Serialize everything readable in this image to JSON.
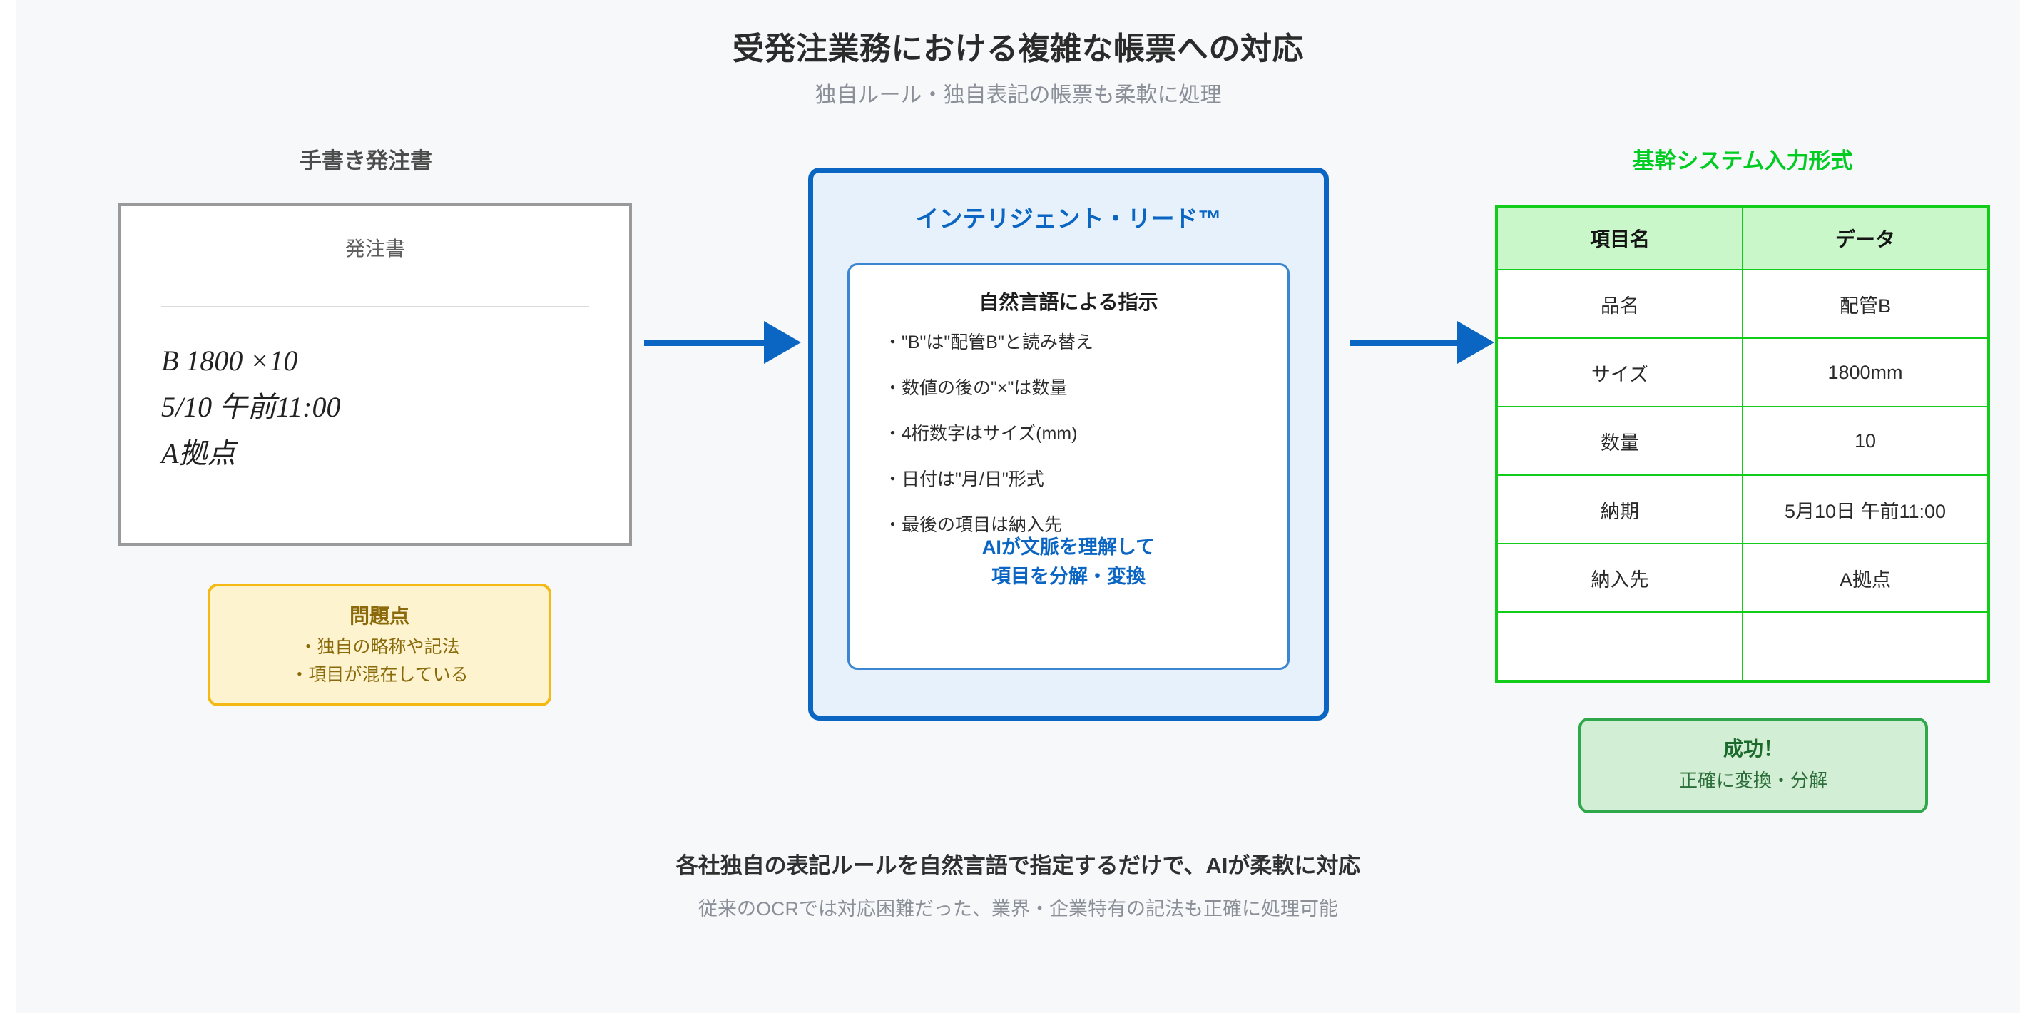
{
  "header": {
    "title": "受発注業務における複雑な帳票への対応",
    "subtitle": "独自ルール・独自表記の帳票も柔軟に処理"
  },
  "left": {
    "heading": "手書き発注書",
    "document": {
      "title": "発注書",
      "lines": [
        "B 1800 ×10",
        "5/10 午前11:00",
        "A拠点"
      ]
    },
    "problem": {
      "title": "問題点",
      "items": [
        "・独自の略称や記法",
        "・項目が混在している"
      ]
    }
  },
  "center": {
    "title": "インテリジェント・リード™",
    "card_title": "自然言語による指示",
    "rules": [
      "・\"B\"は\"配管B\"と読み替え",
      "・数値の後の\"×\"は数量",
      "・4桁数字はサイズ(mm)",
      "・日付は\"月/日\"形式",
      "・最後の項目は納入先"
    ],
    "summary": [
      "AIが文脈を理解して",
      "項目を分解・変換"
    ]
  },
  "right": {
    "heading": "基幹システム入力形式",
    "table": {
      "columns": [
        "項目名",
        "データ"
      ],
      "rows": [
        [
          "品名",
          "配管B"
        ],
        [
          "サイズ",
          "1800mm"
        ],
        [
          "数量",
          "10"
        ],
        [
          "納期",
          "5月10日 午前11:00"
        ],
        [
          "納入先",
          "A拠点"
        ],
        [
          "",
          ""
        ]
      ]
    },
    "success": {
      "title": "成功！",
      "subtitle": "正確に変換・分解"
    }
  },
  "footer": {
    "main": "各社独自の表記ルールを自然言語で指定するだけで、AIが柔軟に対応",
    "sub": "従来のOCRでは対応困難だった、業界・企業特有の記法も正確に処理可能"
  },
  "colors": {
    "background": "#f7f8fa",
    "accent_blue": "#0b66c3",
    "accent_green": "#12cc1a",
    "warn_yellow": "#f5b916",
    "success_green": "#2ea84a"
  }
}
